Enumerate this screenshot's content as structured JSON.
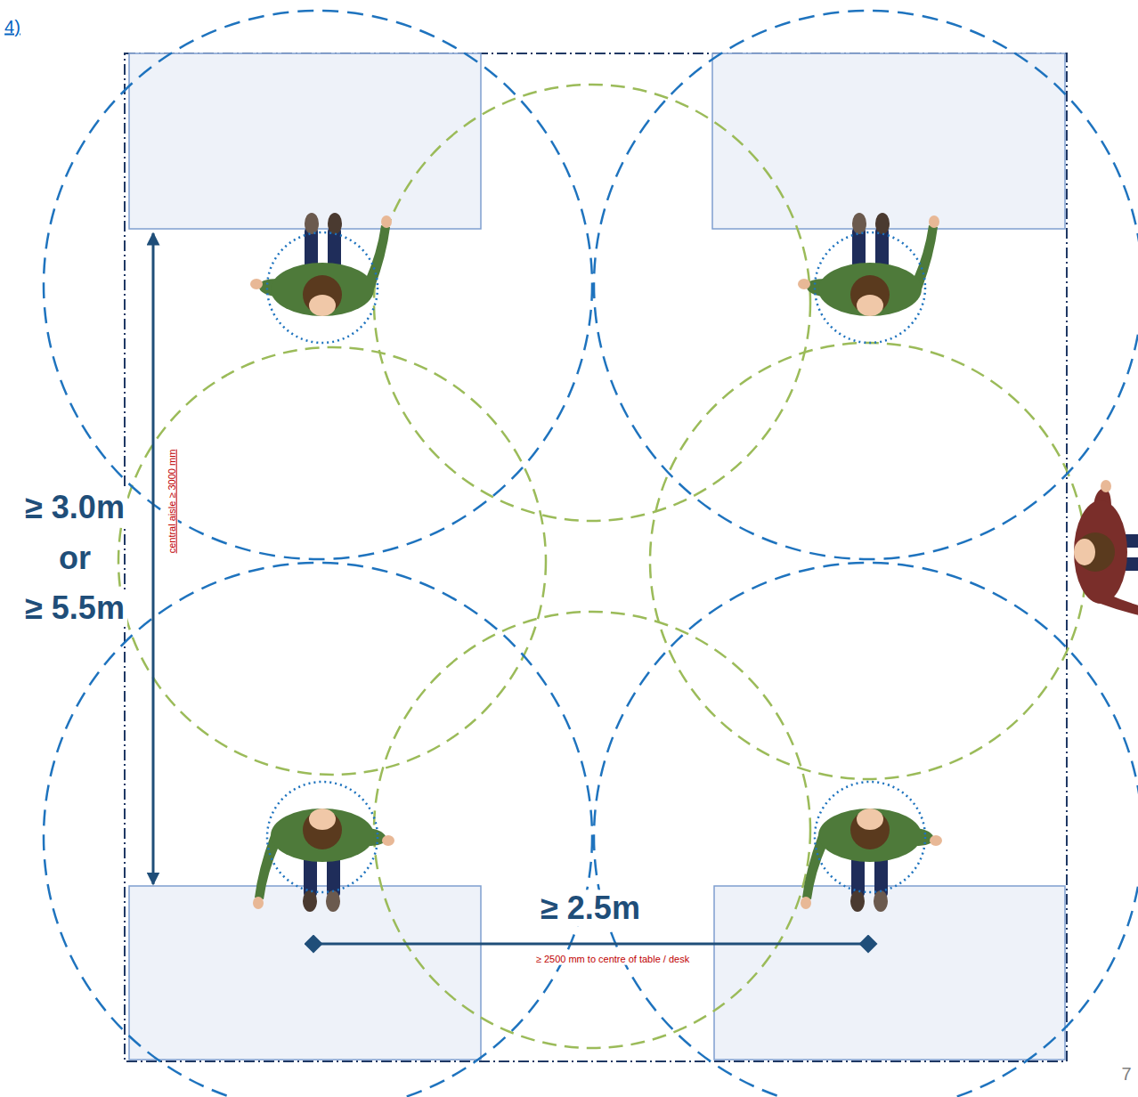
{
  "diagram": {
    "labels": [
      "4)",
      "≥ 3.0m",
      "or",
      "≥ 5.5m",
      "central aisle ≥ 3000 mm",
      "≥ 2.5m",
      "≥ 2500 mm to centre of table / desk",
      "7"
    ]
  }
}
